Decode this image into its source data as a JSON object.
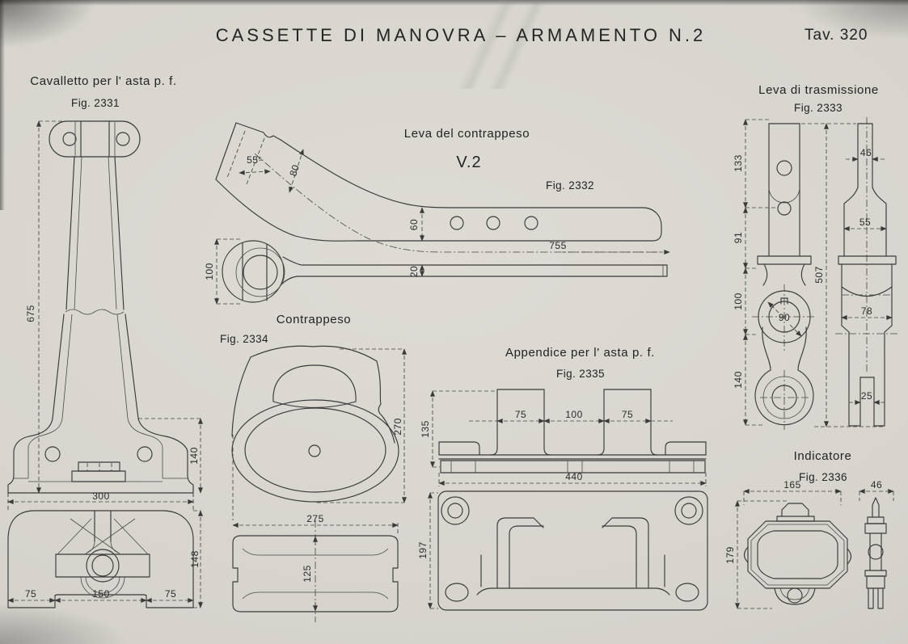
{
  "page": {
    "title": "CASSETTE DI MANOVRA – ARMAMENTO N.2",
    "plate": "Tav. 320"
  },
  "figures": {
    "cavalletto": {
      "label": "Cavalletto per l' asta p. f.",
      "fig": "Fig. 2331",
      "dims": {
        "height": "675",
        "base_height": "140",
        "base_width": "300",
        "foot_left": "75",
        "foot_center": "150",
        "foot_right": "75",
        "plan_height": "148"
      }
    },
    "leva_contrappeso": {
      "label": "Leva del contrappeso",
      "variant": "V.2",
      "fig": "Fig. 2332",
      "dims": {
        "head_width": "55⁵",
        "head_depth": "80",
        "blade_height": "60",
        "length": "755",
        "arm_thickness": "20",
        "eye_height": "100"
      }
    },
    "leva_trasmissione": {
      "label": "Leva di trasmissione",
      "fig": "Fig. 2333",
      "dims": {
        "seg_top": "133",
        "seg_mid": "91",
        "seg_hub": "100",
        "seg_low": "140",
        "bore": "90",
        "total": "507",
        "stem_top": "46",
        "stem": "55",
        "hub_width": "78",
        "fork_slot": "25"
      }
    },
    "contrappeso": {
      "label": "Contrappeso",
      "fig": "Fig. 2334",
      "dims": {
        "height": "270",
        "width": "275",
        "thickness": "125"
      }
    },
    "appendice": {
      "label": "Appendice per l' asta p. f.",
      "fig": "Fig. 2335",
      "dims": {
        "height": "135",
        "lug_left": "75",
        "gap": "100",
        "lug_right": "75",
        "width": "440",
        "depth": "197"
      }
    },
    "indicatore": {
      "label": "Indicatore",
      "fig": "Fig. 2336",
      "dims": {
        "width": "165",
        "side_width": "46",
        "height": "179"
      }
    }
  }
}
